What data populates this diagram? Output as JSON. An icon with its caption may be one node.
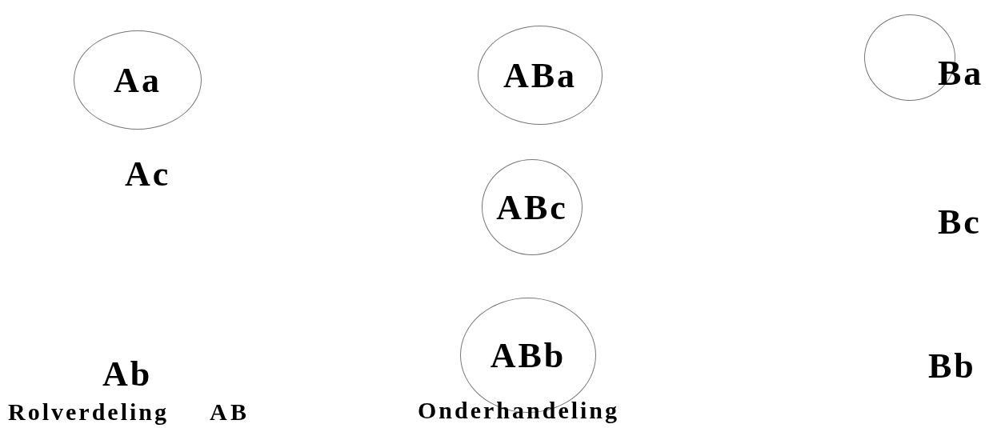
{
  "diagram": {
    "nodes": [
      {
        "text": [
          "Aa"
        ]
      },
      {
        "text": [
          "ABa"
        ]
      },
      {
        "text": [],
        "shape": "circle"
      },
      {
        "text": [
          "ABc"
        ]
      },
      {
        "text": [
          "ABb"
        ]
      }
    ],
    "labels": [
      "Ba",
      "Ac",
      "Bc",
      "Ab",
      "Bb",
      "Rolverdeling",
      "A",
      "B",
      "Onderhandeling"
    ]
  }
}
